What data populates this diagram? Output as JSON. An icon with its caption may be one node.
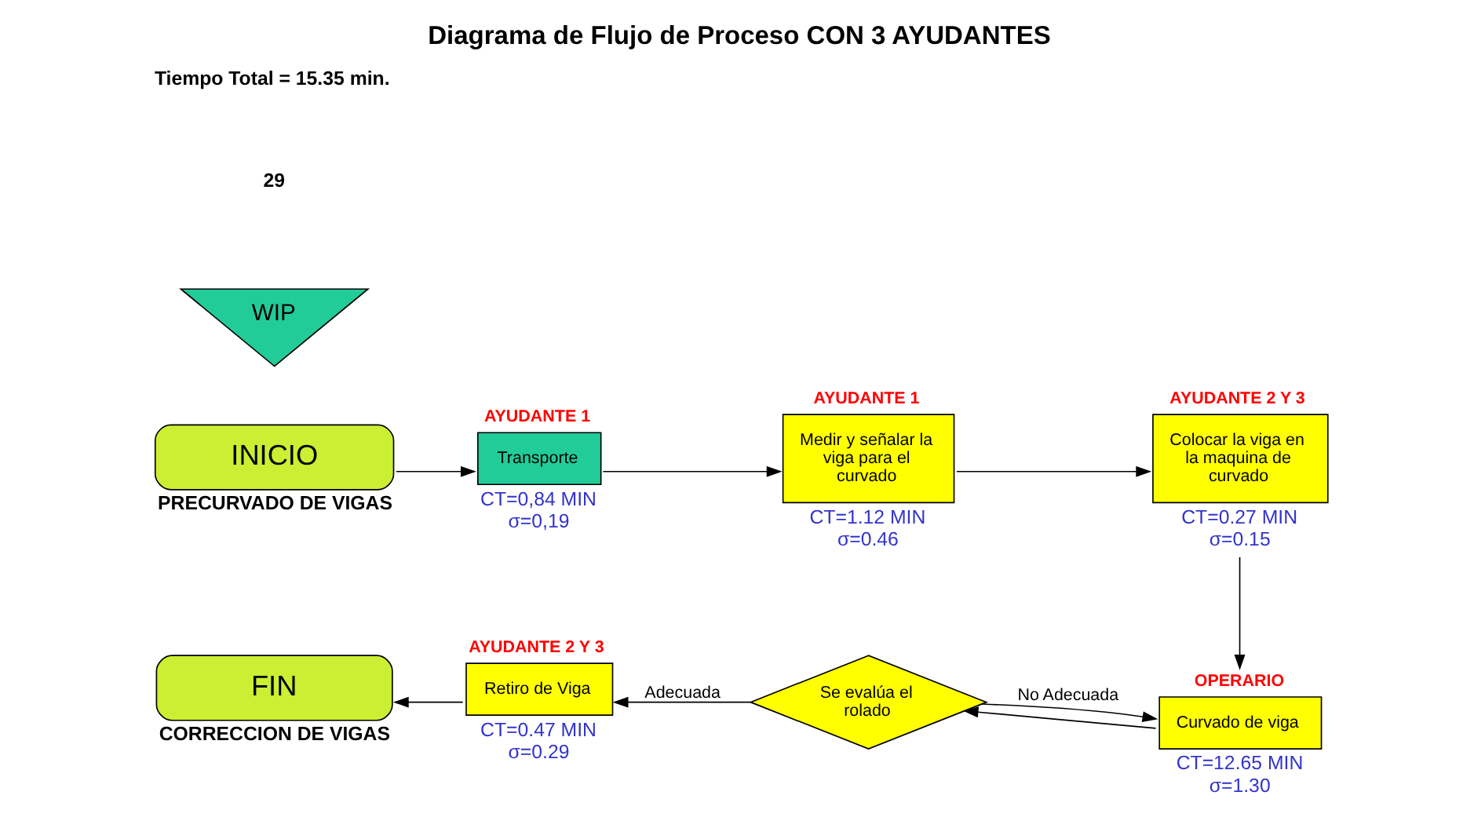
{
  "diagram": {
    "title": "Diagrama de Flujo de Proceso CON 3 AYUDANTES",
    "nodes": [
      {
        "text": [
          "INICIO"
        ],
        "beside": [
          "PRECURVADO DE VIGAS"
        ]
      },
      {
        "text": [
          "AYUDANTE 1",
          "Transporte"
        ],
        "beside": [
          "CT=0,84 MIN",
          "σ=0,19"
        ]
      },
      {
        "text": [
          "AYUDANTE 1",
          "Medir y señalar la viga para el curvado"
        ],
        "beside": [
          "CT=1.12 MIN",
          "σ=0.46"
        ]
      },
      {
        "text": [
          "WIP"
        ]
      },
      {
        "text": [
          "AYUDANTE 2 Y 3",
          "Colocar la viga en la maquina de curvado"
        ],
        "beside": [
          "CT=0.27 MIN",
          "σ=0.15"
        ]
      },
      {
        "text": [
          "OPERARIO",
          "Curvado de viga"
        ],
        "beside": [
          "CT=12.65 MIN",
          "σ=1.30"
        ]
      },
      {
        "text": [
          "Se evalúa el rolado"
        ]
      },
      {
        "text": [
          "AYUDANTE 2 Y 3",
          "Retiro de Viga"
        ],
        "beside": [
          "CT=0.47 MIN",
          "σ=0.29"
        ]
      },
      {
        "text": [
          "FIN"
        ],
        "beside": [
          "CORRECCION DE VIGAS"
        ]
      }
    ],
    "edges": [
      {
        "from": 0,
        "to": 1,
        "arrow": "to"
      },
      {
        "from": 1,
        "to": 2,
        "arrow": "to"
      },
      {
        "from": 2,
        "to": 4,
        "arrow": "to"
      },
      {
        "from": 4,
        "to": 5,
        "arrow": "to"
      },
      {
        "from": 5,
        "to": 6,
        "arrow": "to"
      },
      {
        "from": 6,
        "to": 7,
        "arrow": "to",
        "label": "Adecuada"
      },
      {
        "from": 6,
        "to": 5,
        "arrow": "to",
        "label": "No Adecuada"
      },
      {
        "from": 7,
        "to": 8,
        "arrow": "to"
      }
    ],
    "labels": [
      "29",
      "Tiempo Total = 15.35 min."
    ]
  }
}
